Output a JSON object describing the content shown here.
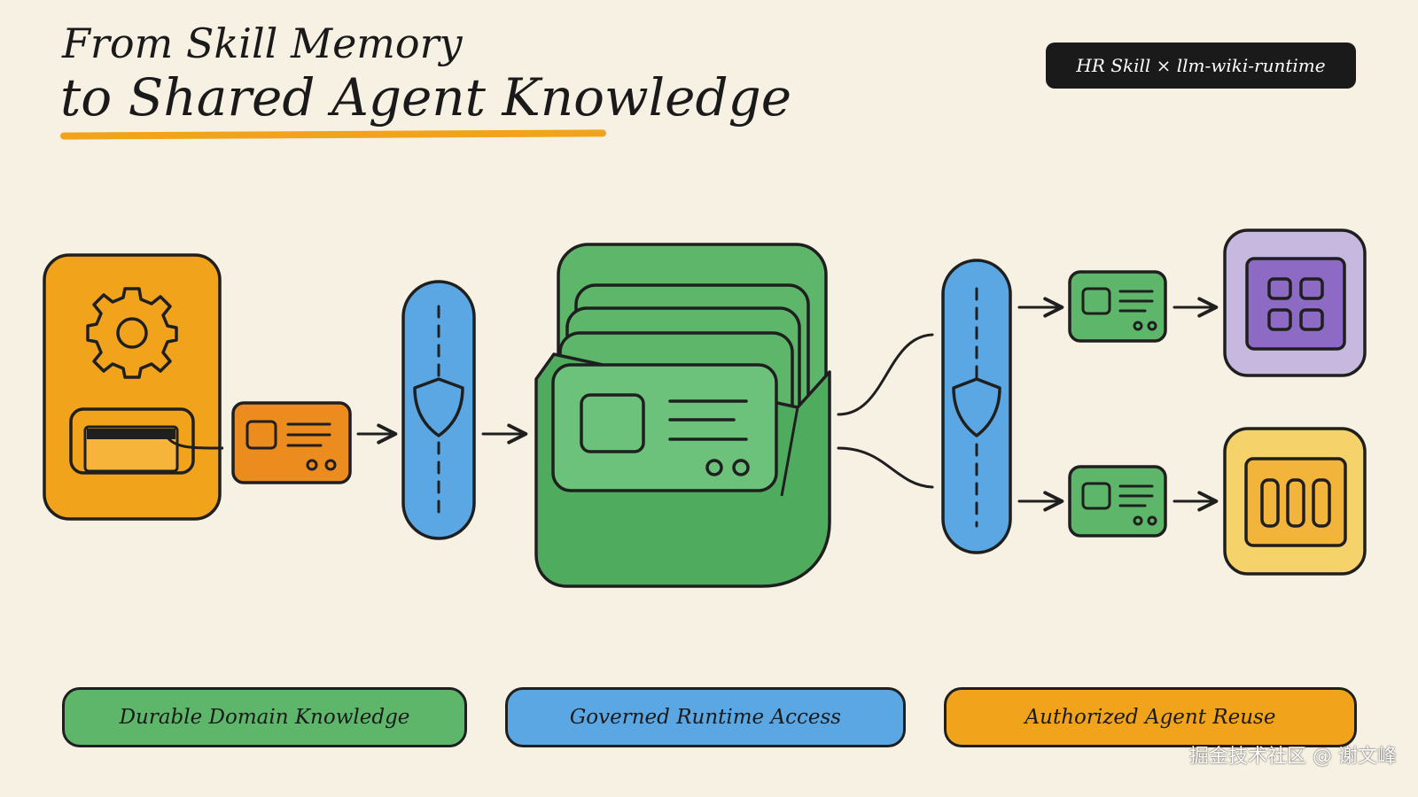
{
  "title": {
    "line1": "From Skill Memory",
    "line2": "to Shared Agent Knowledge"
  },
  "badge": "HR Skill × llm-wiki-runtime",
  "labels": {
    "durable": "Durable Domain Knowledge",
    "governed": "Governed Runtime Access",
    "authorized": "Authorized Agent Reuse"
  },
  "watermark": "掘金技术社区 @ 谢文峰",
  "colors": {
    "background": "#f7f1e3",
    "orange": "#f2a31c",
    "green": "#5db66a",
    "blue": "#5aa7e4",
    "purple": "#c7b8e0",
    "yellow": "#f6d26b",
    "ink": "#1f1f1f"
  },
  "icons": [
    "gear-icon",
    "card-slot-icon",
    "shield-icon",
    "grid-icon",
    "columns-icon",
    "arrow-icon"
  ]
}
